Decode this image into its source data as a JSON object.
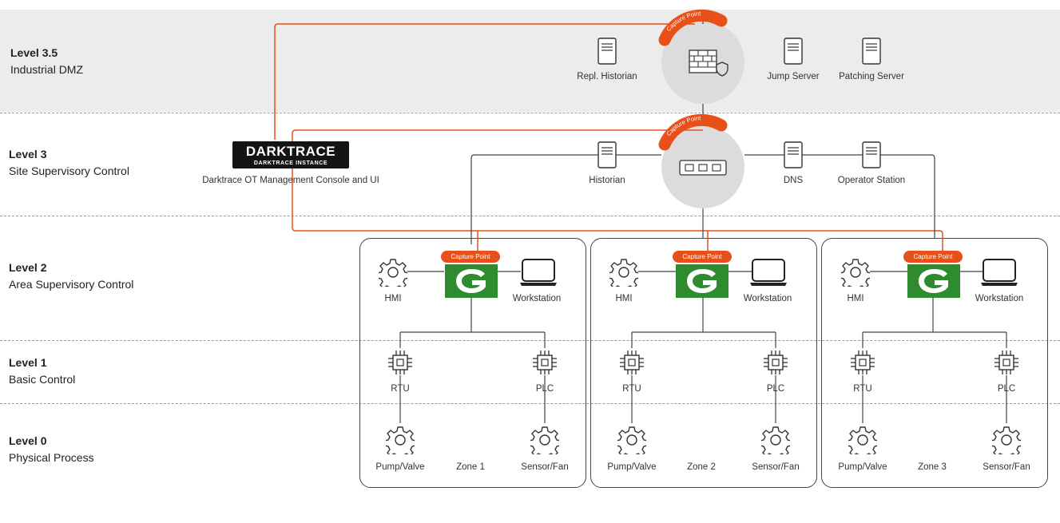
{
  "levels": [
    {
      "num": "Level 3.5",
      "desc": "Industrial DMZ"
    },
    {
      "num": "Level 3",
      "desc": "Site Supervisory Control"
    },
    {
      "num": "Level 2",
      "desc": "Area Supervisory Control"
    },
    {
      "num": "Level 1",
      "desc": "Basic Control"
    },
    {
      "num": "Level 0",
      "desc": "Physical Process"
    }
  ],
  "dmz": {
    "repl_historian": "Repl. Historian",
    "jump_server": "Jump Server",
    "patching_server": "Patching Server"
  },
  "site": {
    "historian": "Historian",
    "dns": "DNS",
    "operator_station": "Operator Station"
  },
  "darktrace": {
    "logo_main": "DARKTRACE",
    "logo_sub": "DARKTRACE INSTANCE",
    "label": "Darktrace OT Management Console and UI"
  },
  "capture_point": "Capture Point",
  "zones": [
    {
      "name": "Zone 1",
      "hmi": "HMI",
      "workstation": "Workstation",
      "rtu": "RTU",
      "plc": "PLC",
      "pump": "Pump/Valve",
      "sensor": "Sensor/Fan"
    },
    {
      "name": "Zone 2",
      "hmi": "HMI",
      "workstation": "Workstation",
      "rtu": "RTU",
      "plc": "PLC",
      "pump": "Pump/Valve",
      "sensor": "Sensor/Fan"
    },
    {
      "name": "Zone 3",
      "hmi": "HMI",
      "workstation": "Workstation",
      "rtu": "RTU",
      "plc": "PLC",
      "pump": "Pump/Valve",
      "sensor": "Sensor/Fan"
    }
  ],
  "colors": {
    "accent_orange": "#e8501a",
    "sensor_green": "#2e8b2e",
    "dmz_band": "#ececec",
    "hub_circle": "#dcdcdc"
  },
  "icons": {
    "server": "server-icon",
    "firewall": "firewall-icon",
    "switch": "network-switch-icon",
    "gear": "gear-icon",
    "laptop": "laptop-icon",
    "chip": "chip-icon",
    "sensor": "g-sensor-icon"
  }
}
